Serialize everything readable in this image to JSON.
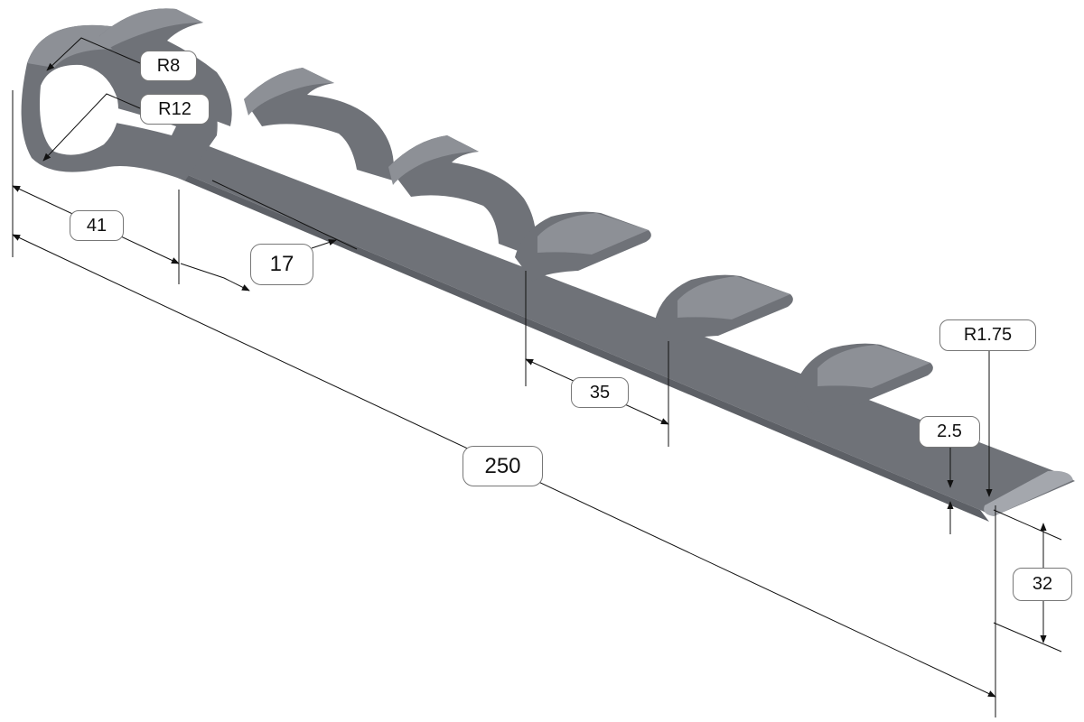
{
  "dimensions": {
    "r8": "R8",
    "r12": "R12",
    "r175": "R1.75",
    "d41": "41",
    "d17": "17",
    "d250": "250",
    "d35": "35",
    "d25": "2.5",
    "d32": "32"
  },
  "colors": {
    "part": "#6f7278",
    "part_top": "#8d9096",
    "part_side": "#5d6066",
    "dimension_line": "#111111",
    "label_border": "#777777",
    "background": "#ffffff"
  }
}
